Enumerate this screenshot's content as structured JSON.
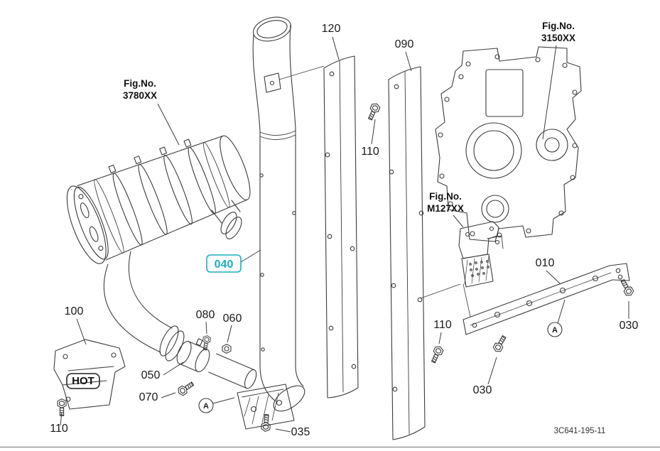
{
  "diagram": {
    "drawing_number": "3C641-195-11",
    "highlighted_part": "040",
    "colors": {
      "line": "#3c3c3c",
      "highlight": "#18aec2",
      "text": "#1a1a1a",
      "background": "#ffffff"
    }
  },
  "labels": {
    "p120": "120",
    "p090": "090",
    "p110_top": "110",
    "p040": "040",
    "p010": "010",
    "p100": "100",
    "p080": "080",
    "p060": "060",
    "p110_right": "110",
    "p030_right": "030",
    "p050": "050",
    "p070": "070",
    "p030_bottom": "030",
    "p110_bottom": "110",
    "p035": "035",
    "hot": "HOT",
    "datum_a": "A"
  },
  "fig_refs": {
    "muffler_line1": "Fig.No.",
    "muffler_line2": "3780XX",
    "engine_line1": "Fig.No.",
    "engine_line2": "3150XX",
    "bracket_line1": "Fig.No.",
    "bracket_line2": "M127XX"
  }
}
